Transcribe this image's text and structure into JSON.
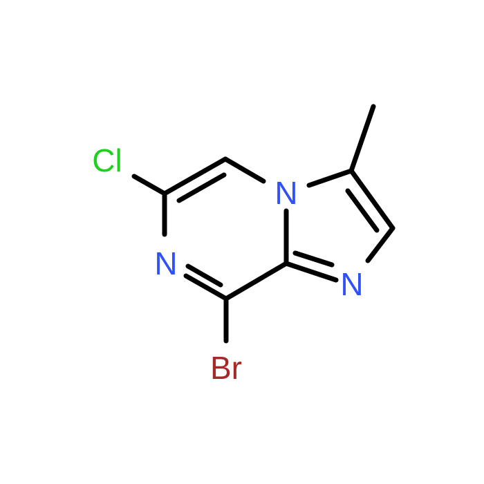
{
  "molecule": {
    "atoms": [
      {
        "id": "cl",
        "text": "Cl",
        "color": "#1fd01f"
      },
      {
        "id": "n4",
        "text": "N",
        "color": "#3050f8"
      },
      {
        "id": "n7",
        "text": "N",
        "color": "#3050f8"
      },
      {
        "id": "n1",
        "text": "N",
        "color": "#3050f8"
      },
      {
        "id": "br",
        "text": "Br",
        "color": "#a62929"
      }
    ]
  }
}
